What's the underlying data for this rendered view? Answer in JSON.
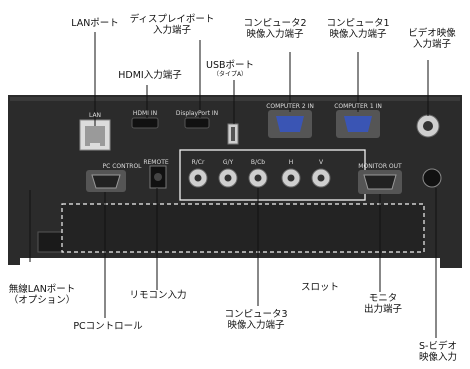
{
  "labels": {
    "lan_port": "LANポート",
    "display_port_1": "ディスプレイポート",
    "display_port_2": "入力端子",
    "computer2_1": "コンピュータ2",
    "computer2_2": "映像入力端子",
    "computer1_1": "コンピュータ1",
    "computer1_2": "映像入力端子",
    "video_1": "ビデオ映像",
    "video_2": "入力端子",
    "hdmi": "HDMI入力端子",
    "usb_1": "USBポート",
    "usb_2": "（タイプA）",
    "wireless_1": "無線LANポート",
    "wireless_2": "（オプション）",
    "remote": "リモコン入力",
    "slot": "スロット",
    "pc_control": "PCコントロール",
    "computer3_1": "コンピュータ3",
    "computer3_2": "映像入力端子",
    "monitor_1": "モニタ",
    "monitor_2": "出力端子",
    "svideo_1": "S-ビデオ",
    "svideo_2": "映像入力"
  },
  "panel_text": {
    "pc_control": "PC CONTROL",
    "remote": "REMOTE",
    "monitor_out": "MONITOR OUT",
    "comp1": "COMPUTER 1 IN",
    "comp2": "COMPUTER 2 IN",
    "hdmi": "HDMI IN",
    "dp": "DisplayPort IN",
    "lan": "LAN",
    "rgb": [
      "R/Cr",
      "G/Y",
      "B/Cb",
      "H",
      "V"
    ]
  },
  "colors": {
    "panel": "#2b2b2b",
    "panel_dark": "#1a1a1a",
    "vga_blue": "#3a55b4",
    "leader": "#111111",
    "dashed": "#f2f2f2"
  }
}
